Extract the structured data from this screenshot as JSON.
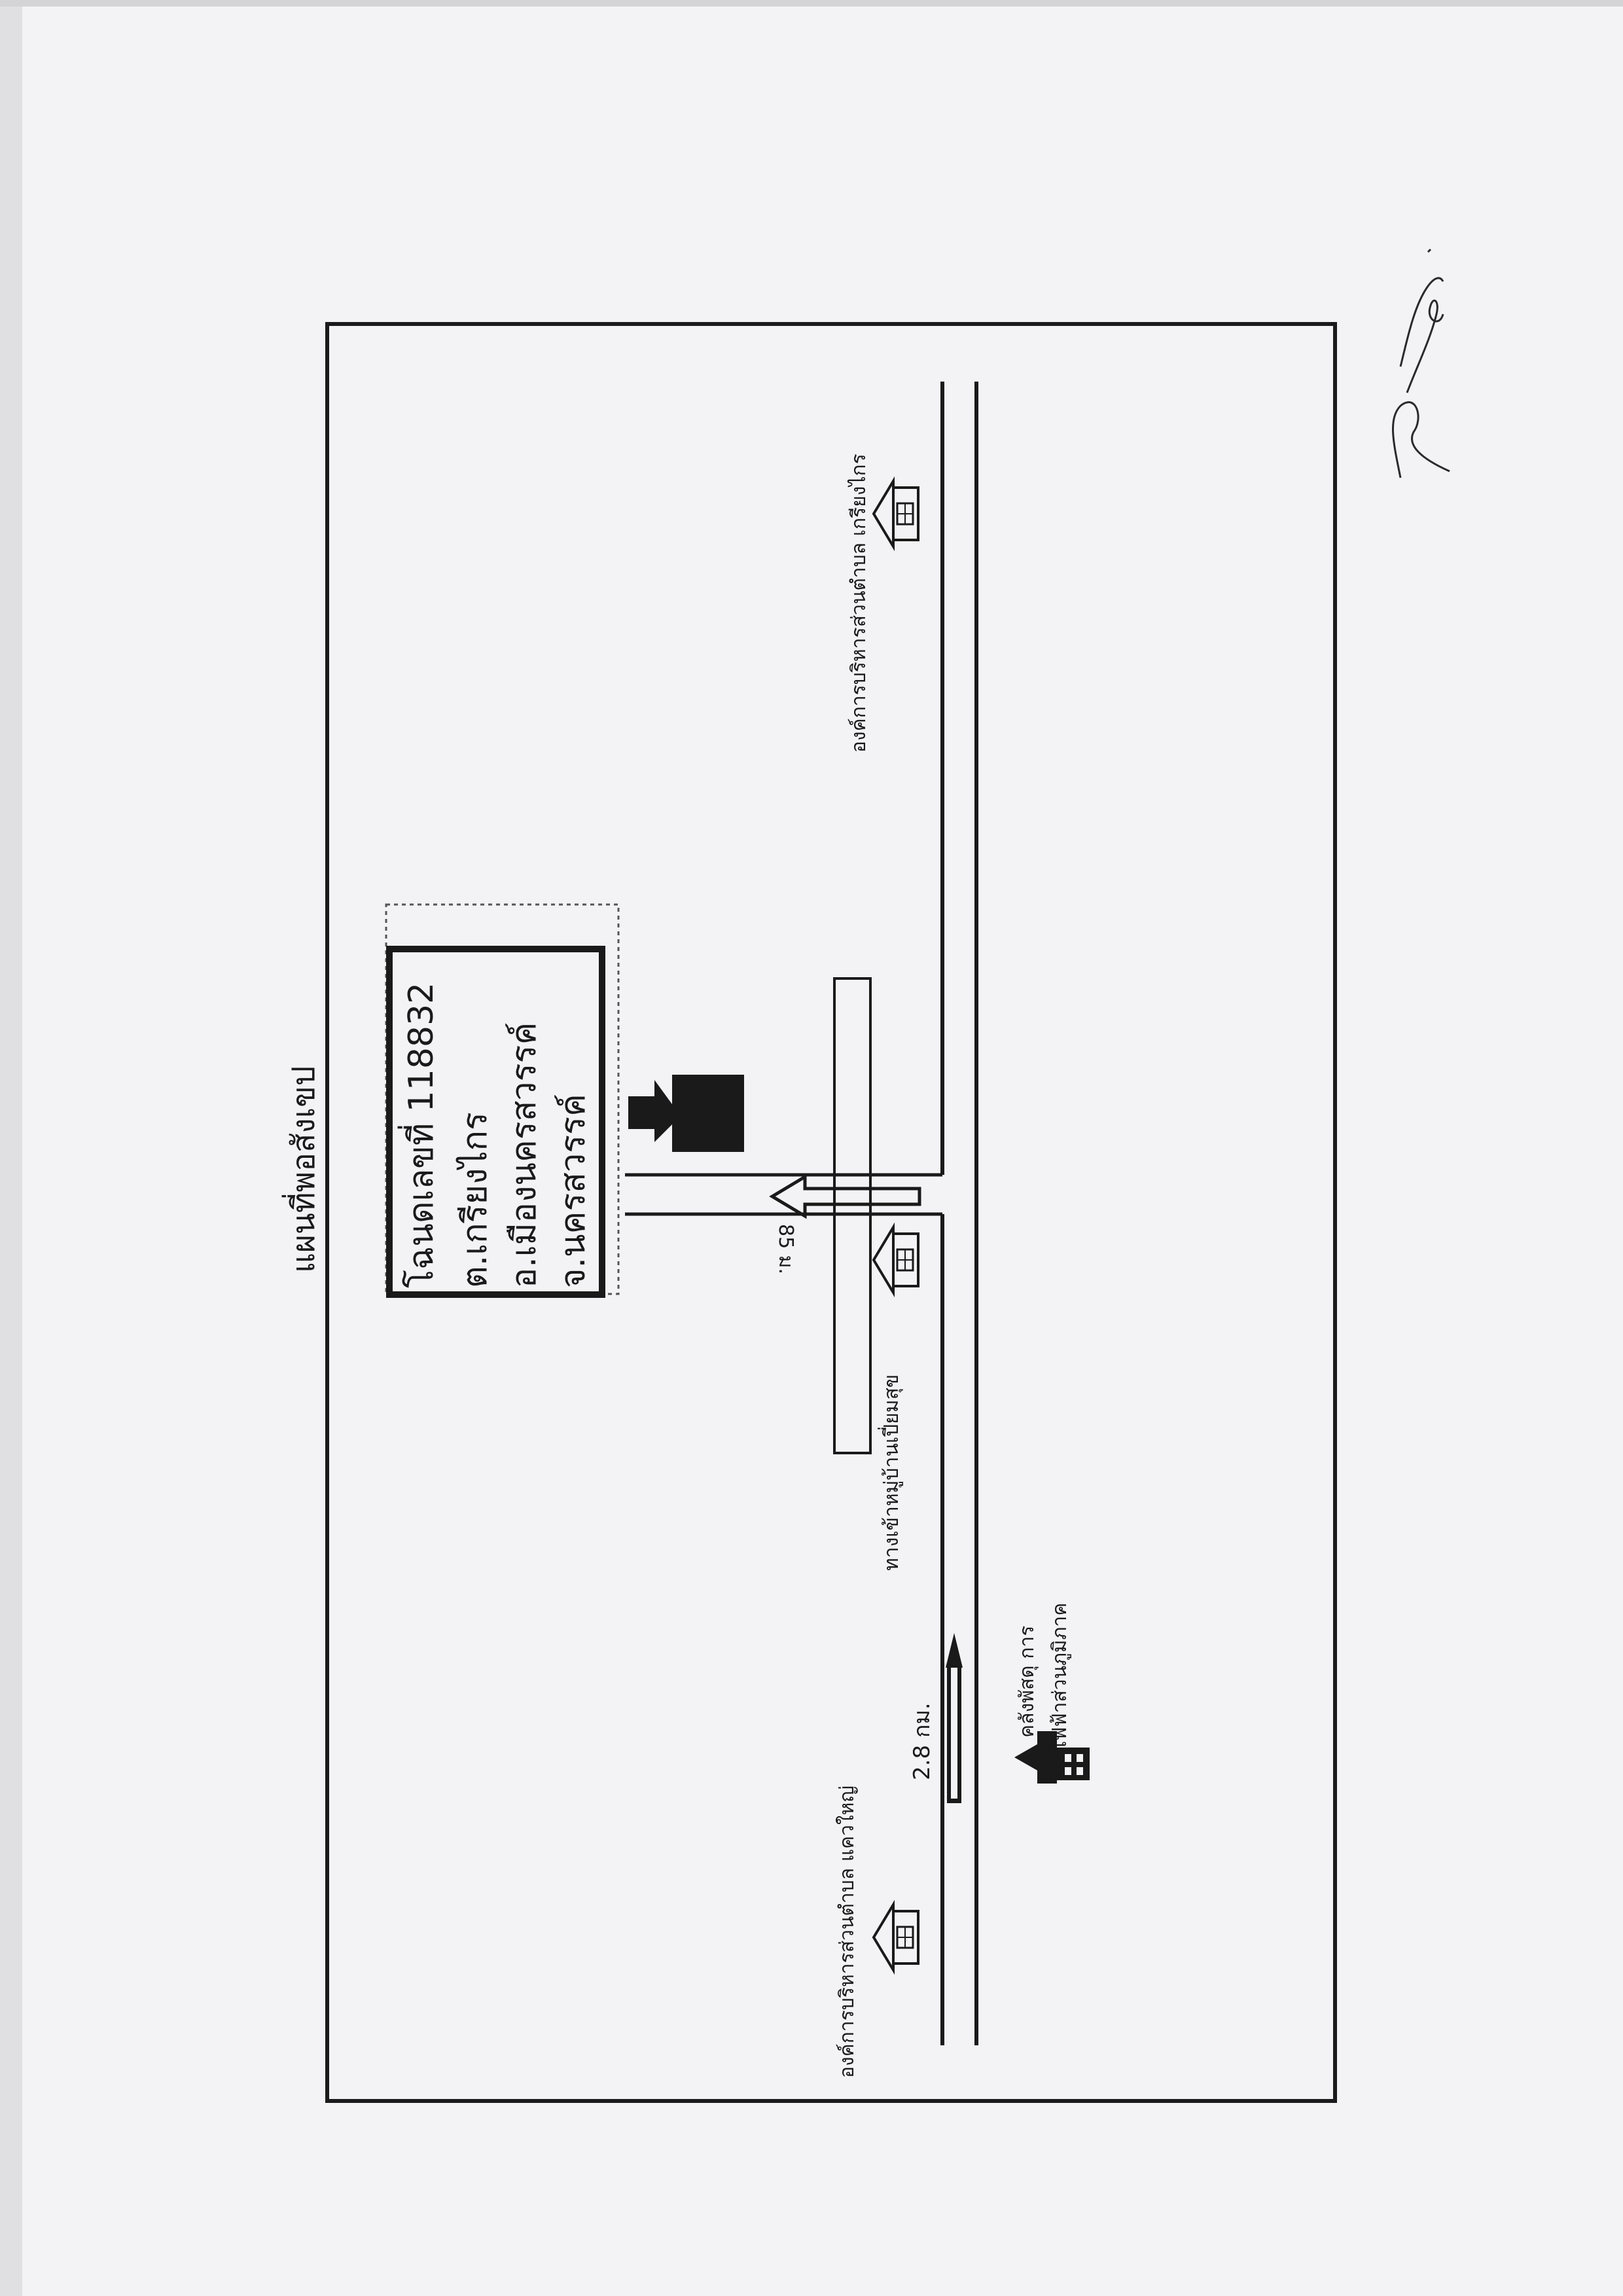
{
  "map": {
    "title": "แผนที่พอสังเขป",
    "parcel": {
      "line1": "โฉนดเลขที่ 118832",
      "line2": "ต.เกรียงไกร",
      "line3": "อ.เมืองนครสวรรค์",
      "line4": "จ.นครสวรรค์"
    },
    "labels": {
      "sao_kriangkrai": "องค์การบริหารส่วนตำบล เกรียงไกร",
      "sao_khwae_yai": "องค์การบริหารส่วนตำบล แควใหญ่",
      "village_road": "ทางเข้าหมู่บ้านเปี่ยมสุข",
      "distance_short": "85 ม.",
      "distance_long": "2.8 กม.",
      "warehouse_line1": "คลังพัสดุ การ",
      "warehouse_line2": "ไฟฟ้าส่วนภูมิภาค"
    },
    "colors": {
      "ink": "#1a1a1a",
      "paper": "#f3f3f6"
    },
    "icons": [
      "house-icon",
      "electricity-building-icon",
      "arrow-icon",
      "signature"
    ]
  }
}
